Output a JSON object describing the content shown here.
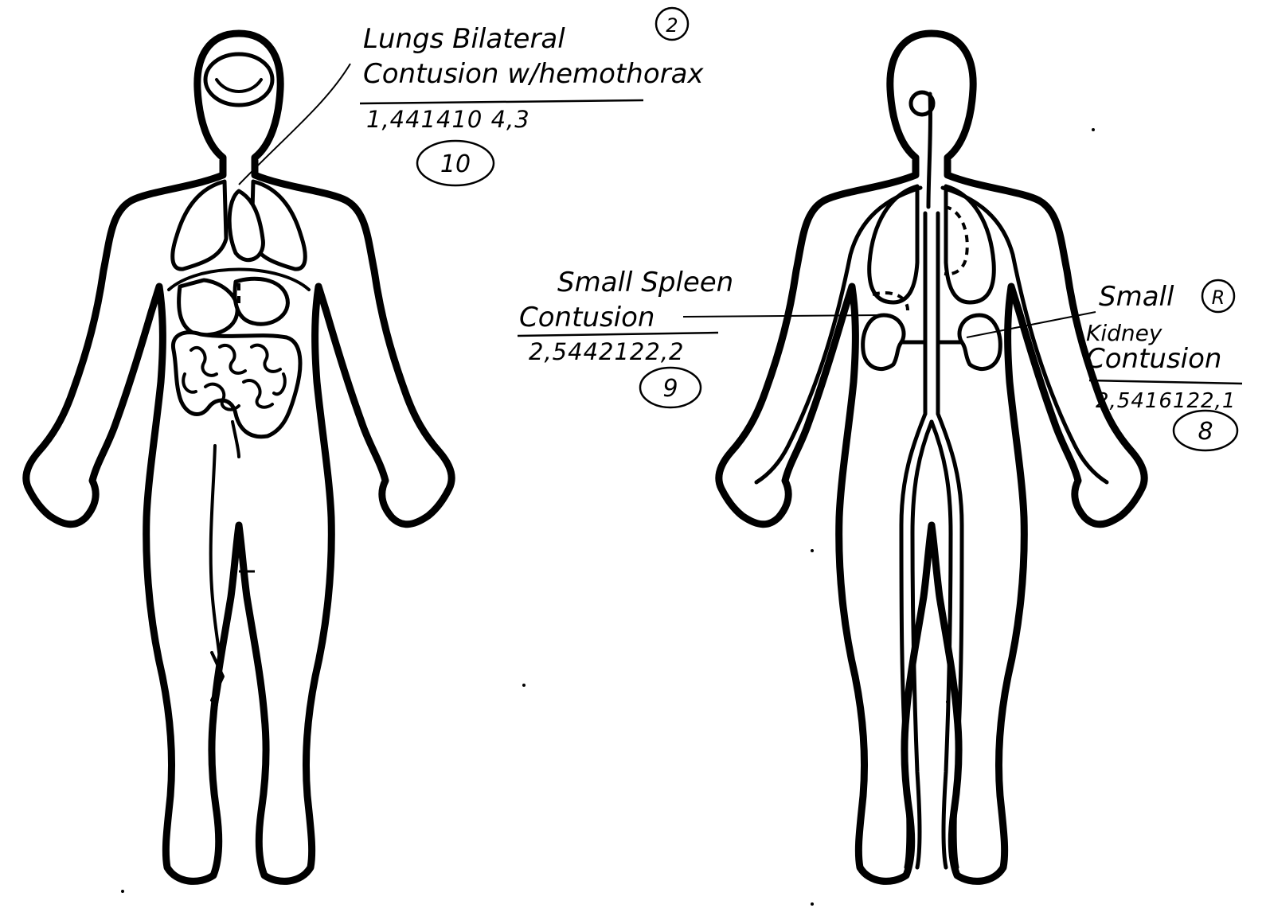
{
  "annotations": {
    "lungs": {
      "line1": "Lungs Bilateral",
      "line1_mark": "2",
      "line2": "Contusion w/hemothorax",
      "code": "1,441410 4,3",
      "score": "10"
    },
    "spleen": {
      "line1": "Small Spleen",
      "line2": "Contusion",
      "code": "2,5442122,2",
      "score": "9"
    },
    "kidney": {
      "line1": "Small",
      "line1_mark": "R",
      "line2": "Kidney",
      "line3": "Contusion",
      "code": "2,5416122,1",
      "score": "8"
    }
  },
  "figures": [
    {
      "view": "digestive-and-respiratory",
      "icon": "human-outline-organs"
    },
    {
      "view": "urinary-and-vascular",
      "icon": "human-outline-vessels"
    }
  ]
}
